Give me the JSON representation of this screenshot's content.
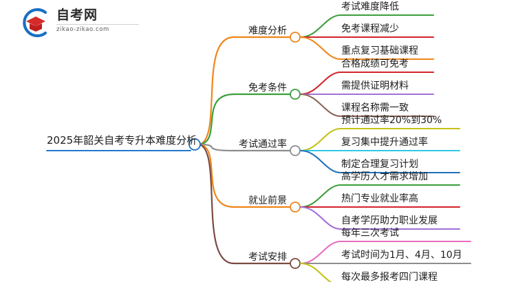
{
  "logo": {
    "name_cn": "自考网",
    "domain": "zikao-zikao.com",
    "mark_icon": "graduation-cap-logo-icon",
    "arc_color": "#1a6fc4",
    "cap_color": "#d62b2b"
  },
  "mindmap": {
    "type": "mindmap",
    "root": {
      "label": "2025年韶关自考专升本难度分析",
      "node_color": "#1a6fc4",
      "underline_color": "#2277cc"
    },
    "branches": [
      {
        "label": "难度分析",
        "color": "#f08519",
        "children": [
          {
            "label": "考试难度降低",
            "color": "#3a9e3a"
          },
          {
            "label": "免考课程减少",
            "color": "#d2232a"
          },
          {
            "label": "重点复习基础课程",
            "color": "#f08519"
          }
        ]
      },
      {
        "label": "免考条件",
        "color": "#3a9e3a",
        "children": [
          {
            "label": "合格成绩可免考",
            "color": "#d2232a"
          },
          {
            "label": "需提供证明材料",
            "color": "#a16fd8"
          },
          {
            "label": "课程名称需一致",
            "color": "#8a6352"
          }
        ]
      },
      {
        "label": "考试通过率",
        "color": "#8d8d8d",
        "children": [
          {
            "label": "预计通过率20%到30%",
            "color": "#c3c213"
          },
          {
            "label": "复习集中提升通过率",
            "color": "#2ec8e6"
          },
          {
            "label": "制定合理复习计划",
            "color": "#1f72b8"
          }
        ]
      },
      {
        "label": "就业前景",
        "color": "#f08519",
        "children": [
          {
            "label": "高学历人才需求增加",
            "color": "#3a9e3a"
          },
          {
            "label": "热门专业就业率高",
            "color": "#d2232a"
          },
          {
            "label": "自考学历助力职业发展",
            "color": "#a16fd8"
          }
        ]
      },
      {
        "label": "考试安排",
        "color": "#7a4a42",
        "children": [
          {
            "label": "每年三次考试",
            "color": "#e86bc0"
          },
          {
            "label": "考试时间为1月、4月、10月",
            "color": "#8d8d8d"
          },
          {
            "label": "每次最多报考四门课程",
            "color": "#c3c213"
          }
        ]
      }
    ]
  }
}
